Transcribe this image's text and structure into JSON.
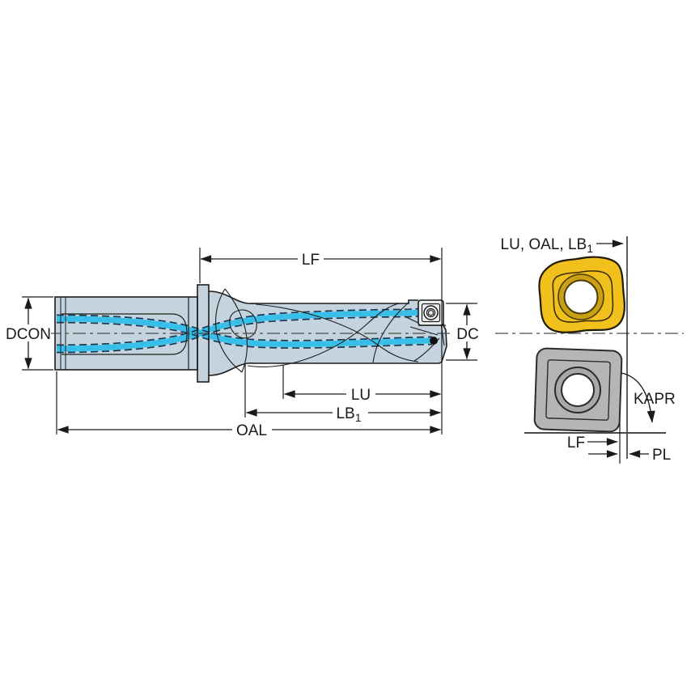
{
  "figure": {
    "kind": "indexable-insert-drill dimensional drawing",
    "views": [
      "drill side view with dimensions",
      "insert detail view"
    ]
  },
  "drill_view": {
    "dim_lf": "LF",
    "dim_dcon": "DCON",
    "dim_dc": "DC",
    "dim_lu": "LU",
    "dim_lb": "LB",
    "dim_lb_sub": "1",
    "dim_oal": "OAL"
  },
  "insert_view": {
    "dim_group": "LU, OAL, LB",
    "dim_group_sub": "1",
    "dim_kapr": "KAPR",
    "dim_lf": "LF",
    "dim_pl": "PL"
  },
  "colors": {
    "body_fill": "#c4d3dd",
    "outline": "#1d1d1b",
    "coolant": "#38bfe9",
    "coolant_dash": "#123a55",
    "centerline": "#4a4a4a",
    "dimension": "#1a1a1a",
    "insert_yellow": "#f2c01c",
    "insert_yellow_ring": "#c9a013",
    "insert_gray": "#b5b5b5",
    "insert_gray_ring": "#a8a8a8",
    "screw_insert_fill": "#eef1f3"
  }
}
